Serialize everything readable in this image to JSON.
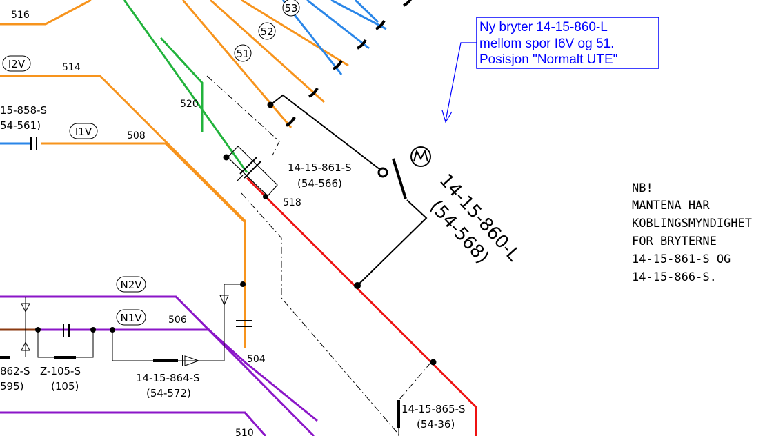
{
  "note": {
    "lines": [
      "Ny bryter 14-15-860-L",
      "mellom spor I6V og 51.",
      "Posisjon \"Normalt UTE\""
    ],
    "color": "#0000ff"
  },
  "nb": {
    "lines": [
      "NB!",
      "MANTENA HAR",
      "KOBLINGSMYNDIGHET",
      "FOR BRYTERNE",
      "14-15-861-S OG",
      "14-15-866-S."
    ]
  },
  "tracks": {
    "t516": "516",
    "t514": "514",
    "t520": "520",
    "t508": "508",
    "t518": "518",
    "t506": "506",
    "t504": "504",
    "t510": "510"
  },
  "circled": {
    "c53": "53",
    "c52": "52",
    "c51": "51"
  },
  "ovals": {
    "i2v": "I2V",
    "i1v": "I1V",
    "n2v": "N2V",
    "n1v": "N1V"
  },
  "switches": {
    "s858_a": "15-858-S",
    "s858_b": "54-561)",
    "s861_a": "14-15-861-S",
    "s861_b": "(54-566)",
    "s860_a": "14-15-860-L",
    "s860_b": "(54-568)",
    "s862_a": "862-S",
    "s862_b": "595)",
    "z105_a": "Z-105-S",
    "z105_b": "(105)",
    "s864_a": "14-15-864-S",
    "s864_b": "(54-572)",
    "s865_a": "14-15-865-S",
    "s865_b": "(54-36)"
  },
  "colors": {
    "orange": "#f7941d",
    "green": "#22b33c",
    "red": "#ee1111",
    "purple": "#8b16c8",
    "blue": "#2a86e8",
    "brown": "#8b3a10"
  },
  "icons": {
    "motor": "motor-icon"
  }
}
